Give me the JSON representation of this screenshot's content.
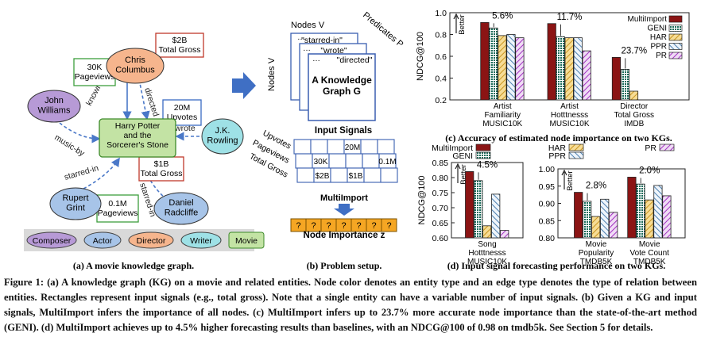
{
  "panel_a": {
    "nodes": {
      "chris": "Chris\nColumbus",
      "john": "John\nWilliams",
      "harry": "Harry Potter\nand the\nSorcerer's Stone",
      "jk": "J.K.\nRowling",
      "rupert": "Rupert\nGrint",
      "daniel": "Daniel\nRadcliffe"
    },
    "edges": {
      "known_for": "known-for",
      "directed": "directed",
      "music_by": "music-by",
      "wrote": "wrote",
      "starred_in_1": "starred-in",
      "starred_in_2": "starred-in"
    },
    "signals": {
      "s1": "$2B\nTotal Gross",
      "s2": "30K\nPageviews",
      "s3": "20M\nUpvotes",
      "s4": "$1B\nTotal Gross",
      "s5": "0.1M\nPageviews"
    },
    "legend": [
      "Composer",
      "Actor",
      "Director",
      "Writer",
      "Movie"
    ],
    "legend_colors": [
      "#b79ad6",
      "#a7c4e8",
      "#f6b58d",
      "#9ee1e6",
      "#c3e3a4"
    ],
    "caption": "(a) A movie knowledge graph."
  },
  "panel_b": {
    "nodes_label": "Nodes V",
    "predicates_label": "Predicates P",
    "nodes_side": "Nodes V",
    "slices": [
      "\"starred-in\"",
      "\"wrote\"",
      "\"directed\""
    ],
    "kg_title": "A Knowledge\nGraph G",
    "input_signals": "Input Signals",
    "row_labels": [
      "Upvotes",
      "Pageviews",
      "Total Gross"
    ],
    "row_values": [
      [
        "",
        "",
        "",
        "20M",
        "",
        ""
      ],
      [
        "",
        "30K",
        "",
        "",
        "",
        "0.1M"
      ],
      [
        "",
        "$2B",
        "",
        "$1B",
        "",
        ""
      ]
    ],
    "method": "MultiImport",
    "importance_cells": [
      "?",
      "?",
      "?",
      "?",
      "?",
      "?",
      "?"
    ],
    "importance_label": "Node Importance z",
    "caption": "(b) Problem setup."
  },
  "panel_c": {
    "caption": "(c) Accuracy of estimated node importance on two KGs."
  },
  "panel_d": {
    "caption": "(d) Input signal forecasting performance on two KGs."
  },
  "figure_caption": {
    "label": "Figure 1:",
    "text": "(a) A knowledge graph (KG) on a movie and related entities. Node color denotes an entity type and an edge type denotes the type of relation between entities. Rectangles represent input signals (e.g., total gross). Note that a single entity can have a variable number of input signals. (b) Given a KG and input signals, MultiImport infers the importance of all nodes. (c) MultiImport infers up to 23.7% more accurate node importance than the state-of-the-art method (GENI). (d) MultiImport achieves up to 4.5% higher forecasting results than baselines, with an NDCG@100 of 0.98 on tmdb5k. See Section 5 for details."
  },
  "chart_data": [
    {
      "type": "bar",
      "id": "c",
      "ylabel": "NDCG@100",
      "ylim": [
        0.2,
        1.0
      ],
      "yticks": [
        0.2,
        0.4,
        0.6,
        0.8,
        1.0
      ],
      "better_label": "Better",
      "categories": [
        "Artist\nFamiliarity\nMUSIC10K",
        "Artist\nHotttnesss\nMUSIC10K",
        "Director\nTotal Gross\nIMDB"
      ],
      "series": [
        {
          "name": "MultiImport",
          "values": [
            0.91,
            0.9,
            0.59
          ]
        },
        {
          "name": "GENI",
          "values": [
            0.86,
            0.78,
            0.48
          ]
        },
        {
          "name": "HAR",
          "values": [
            0.79,
            0.77,
            0.28
          ]
        },
        {
          "name": "PPR",
          "values": [
            0.8,
            0.77,
            null
          ]
        },
        {
          "name": "PR",
          "values": [
            0.77,
            0.65,
            null
          ]
        }
      ],
      "annotations": [
        "5.6%",
        "11.7%",
        "23.7%"
      ],
      "legend_position": "top-right"
    },
    {
      "type": "bar",
      "id": "d1",
      "ylabel": "NDCG@100",
      "ylim": [
        0.6,
        0.85
      ],
      "yticks": [
        0.6,
        0.65,
        0.7,
        0.75,
        0.8,
        0.85
      ],
      "better_label": "Better",
      "categories": [
        "Song\nHotttnesss\nMUSIC10K"
      ],
      "series": [
        {
          "name": "MultiImport",
          "values": [
            0.82
          ]
        },
        {
          "name": "GENI",
          "values": [
            0.79
          ]
        },
        {
          "name": "HAR",
          "values": [
            0.64
          ]
        },
        {
          "name": "PPR",
          "values": [
            0.745
          ]
        },
        {
          "name": "PR",
          "values": [
            0.625
          ]
        }
      ],
      "annotations": [
        "4.5%"
      ]
    },
    {
      "type": "bar",
      "id": "d2",
      "ylim": [
        0.8,
        1.0
      ],
      "yticks": [
        0.8,
        0.85,
        0.9,
        0.95,
        1.0
      ],
      "better_label": "Better",
      "categories": [
        "Movie\nPopularity\nTMDB5K",
        "Movie\nVote Count\nTMDB5K"
      ],
      "series": [
        {
          "name": "MultiImport",
          "values": [
            0.932,
            0.976
          ]
        },
        {
          "name": "GENI",
          "values": [
            0.906,
            0.956
          ]
        },
        {
          "name": "HAR",
          "values": [
            0.862,
            0.91
          ]
        },
        {
          "name": "PPR",
          "values": [
            0.912,
            0.952
          ]
        },
        {
          "name": "PR",
          "values": [
            0.874,
            0.922
          ]
        }
      ],
      "annotations": [
        "2.8%",
        "2.0%"
      ]
    }
  ],
  "series_styles": {
    "MultiImport": {
      "fill": "#8b1414",
      "pattern": "solid"
    },
    "GENI": {
      "fill": "#1b6b5a",
      "pattern": "dense"
    },
    "HAR": {
      "fill": "#e9b84a",
      "pattern": "diag"
    },
    "PPR": {
      "fill": "#7aa3c8",
      "pattern": "diag"
    },
    "PR": {
      "fill": "#b45bc8",
      "pattern": "diag"
    }
  }
}
